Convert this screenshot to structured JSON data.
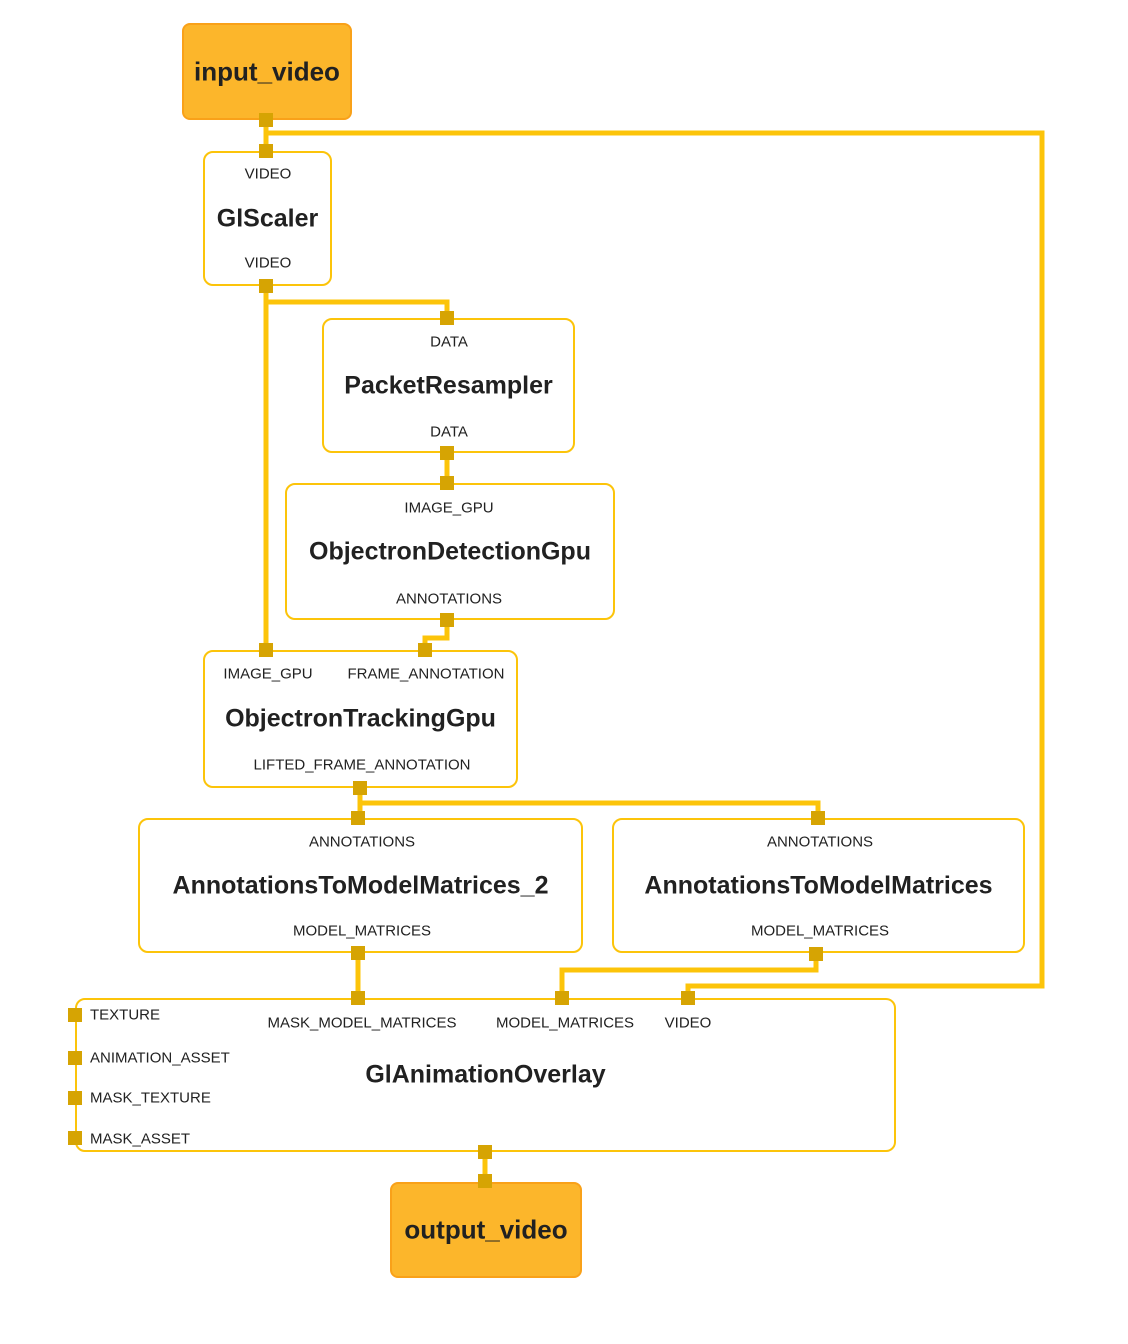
{
  "colors": {
    "background": "#FFFFFF",
    "wire": "#FCC40A",
    "node_border": "#FCC40A",
    "terminal_fill": "#FCB62B",
    "terminal_border": "#F9A119",
    "port_marker": "#D6A403",
    "text": "#212121"
  },
  "nodes": {
    "input_video": {
      "title": "input_video"
    },
    "gl_scaler": {
      "title": "GlScaler",
      "input_ports": [
        "VIDEO"
      ],
      "output_ports": [
        "VIDEO"
      ]
    },
    "packet_resampler": {
      "title": "PacketResampler",
      "input_ports": [
        "DATA"
      ],
      "output_ports": [
        "DATA"
      ]
    },
    "objectron_detection_gpu": {
      "title": "ObjectronDetectionGpu",
      "input_ports": [
        "IMAGE_GPU"
      ],
      "output_ports": [
        "ANNOTATIONS"
      ]
    },
    "objectron_tracking_gpu": {
      "title": "ObjectronTrackingGpu",
      "input_ports": [
        "IMAGE_GPU",
        "FRAME_ANNOTATION"
      ],
      "output_ports": [
        "LIFTED_FRAME_ANNOTATION"
      ]
    },
    "annotations_to_model_matrices_2": {
      "title": "AnnotationsToModelMatrices_2",
      "input_ports": [
        "ANNOTATIONS"
      ],
      "output_ports": [
        "MODEL_MATRICES"
      ]
    },
    "annotations_to_model_matrices": {
      "title": "AnnotationsToModelMatrices",
      "input_ports": [
        "ANNOTATIONS"
      ],
      "output_ports": [
        "MODEL_MATRICES"
      ]
    },
    "gl_animation_overlay": {
      "title": "GlAnimationOverlay",
      "top_ports": [
        "MASK_MODEL_MATRICES",
        "MODEL_MATRICES",
        "VIDEO"
      ],
      "side_ports": [
        "TEXTURE",
        "ANIMATION_ASSET",
        "MASK_TEXTURE",
        "MASK_ASSET"
      ]
    },
    "output_video": {
      "title": "output_video"
    }
  }
}
